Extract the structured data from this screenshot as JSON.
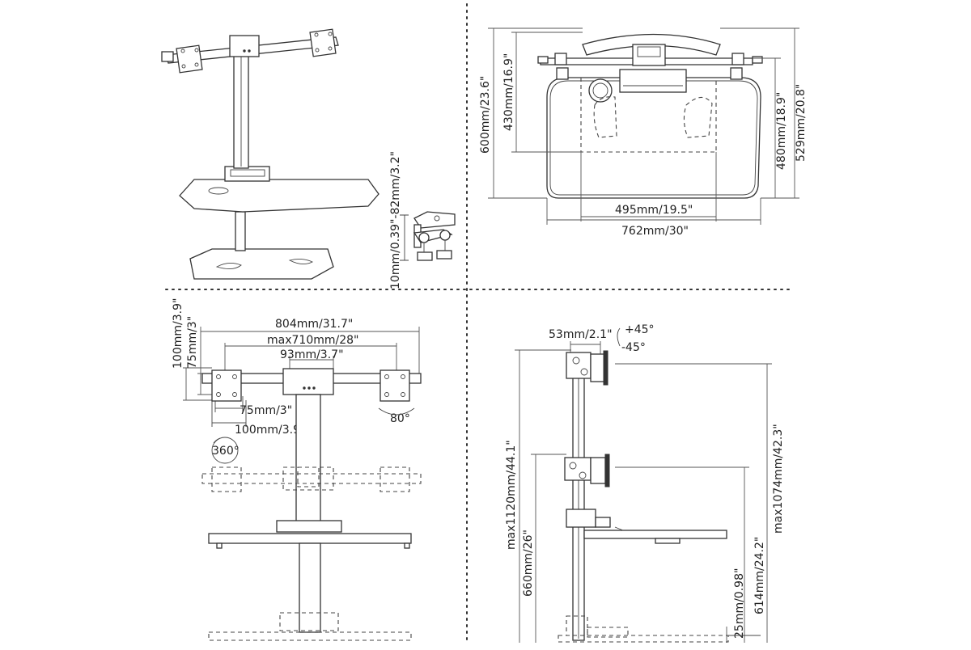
{
  "panels": {
    "top_left": {
      "clamp_height": "10mm/0.39\"-82mm/3.2\""
    },
    "top_right": {
      "depth_total": "600mm/23.6\"",
      "depth_base": "430mm/16.9\"",
      "depth_right_inner": "480mm/18.9\"",
      "depth_right_outer": "529mm/20.8\"",
      "width_inner": "495mm/19.5\"",
      "width_total": "762mm/30\""
    },
    "bottom_left": {
      "arm_span": "804mm/31.7\"",
      "max_width": "max710mm/28\"",
      "column_width": "93mm/3.7\"",
      "vesa_h_outer": "100mm/3.9\"",
      "vesa_h_inner": "75mm/3\"",
      "vesa_w_inner": "75mm/3\"",
      "vesa_w_outer": "100mm/3.9\"",
      "tilt_angle": "80°",
      "rotation": "360°"
    },
    "bottom_right": {
      "bracket_width": "53mm/2.1\"",
      "tilt_up": "+45°",
      "tilt_down": "-45°",
      "max_height": "max1120mm/44.1\"",
      "low_height": "660mm/26\"",
      "desk_height": "614mm/24.2\"",
      "max_arm_height": "max1074mm/42.3\"",
      "base_height": "25mm/0.98\""
    }
  }
}
